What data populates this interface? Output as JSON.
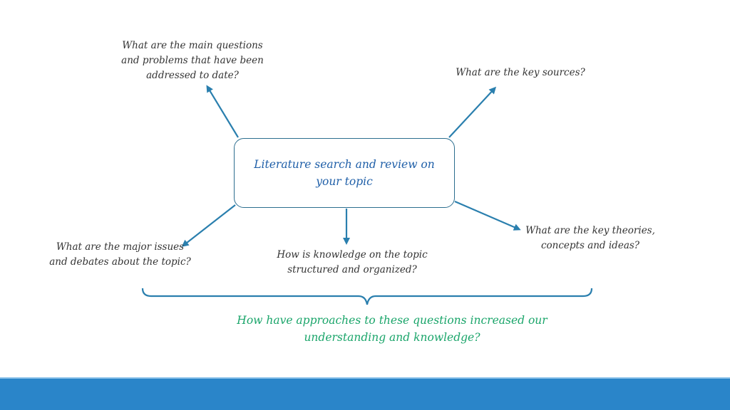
{
  "center": {
    "label": "Literature search and review on your topic"
  },
  "nodes": {
    "main_questions": "What are the main questions and problems that have been addressed to date?",
    "key_sources": "What are the key sources?",
    "key_theories": "What are the key theories, concepts and ideas?",
    "knowledge_structure": "How is knowledge on the topic structured and organized?",
    "major_issues": "What are the major issues and debates about the topic?"
  },
  "summary": {
    "label": "How have approaches to these questions increased our understanding and knowledge?"
  },
  "colors": {
    "arrow": "#2a7fae",
    "box_border": "#2c6e8f",
    "center_text": "#1f5fa8",
    "summary_text": "#1aa56a",
    "footer": "#2a85c9"
  }
}
